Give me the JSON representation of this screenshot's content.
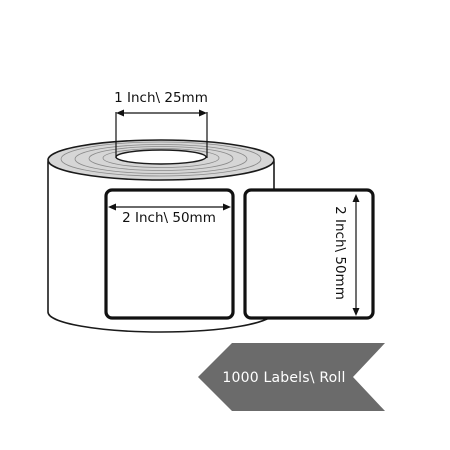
{
  "labels": {
    "core_dimension": "1 Inch\\ 25mm",
    "label_width": "2 Inch\\ 50mm",
    "label_height": "2 Inch\\ 50mm",
    "roll_count": "1000 Labels\\ Roll"
  },
  "colors": {
    "outline": "#1a1a1a",
    "roll_top": "#d6d6d6",
    "roll_side": "#ffffff",
    "ribbon": "#6b6b6b",
    "ribbon_text": "#ffffff"
  }
}
